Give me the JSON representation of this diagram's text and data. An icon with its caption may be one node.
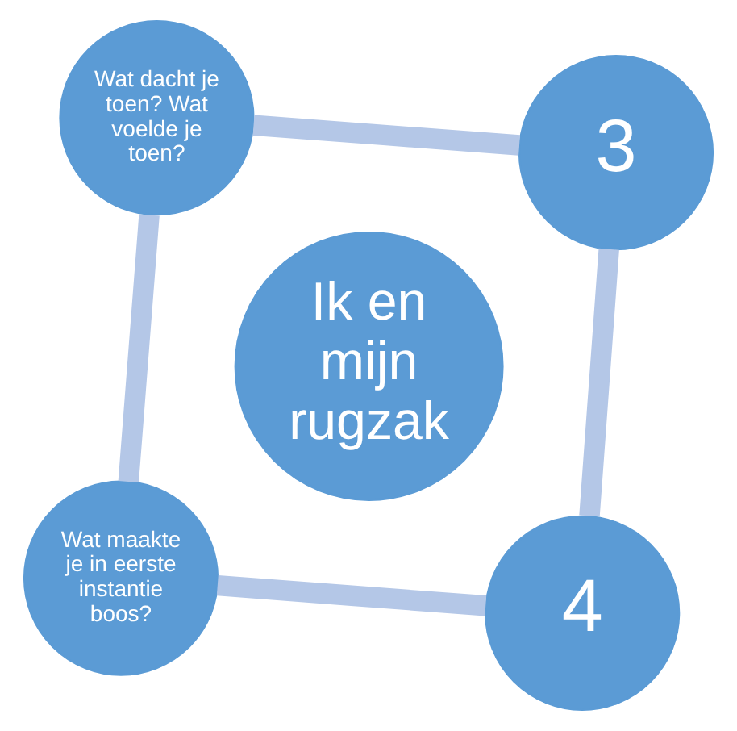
{
  "diagram": {
    "nodes": [
      {
        "text": [
          "Wat maakte je in eerste instantie boos?"
        ]
      },
      {
        "text": [
          "4"
        ]
      },
      {
        "text": [
          "Ik en mijn rugzak"
        ]
      },
      {
        "text": [
          "Wat dacht je toen? Wat voelde je toen?"
        ]
      },
      {
        "text": [
          "3"
        ]
      }
    ],
    "edges": [
      {
        "from": 0,
        "to": 3,
        "arrow": "none"
      },
      {
        "from": 3,
        "to": 4,
        "arrow": "none"
      },
      {
        "from": 4,
        "to": 1,
        "arrow": "none"
      },
      {
        "from": 1,
        "to": 0,
        "arrow": "none"
      }
    ]
  }
}
